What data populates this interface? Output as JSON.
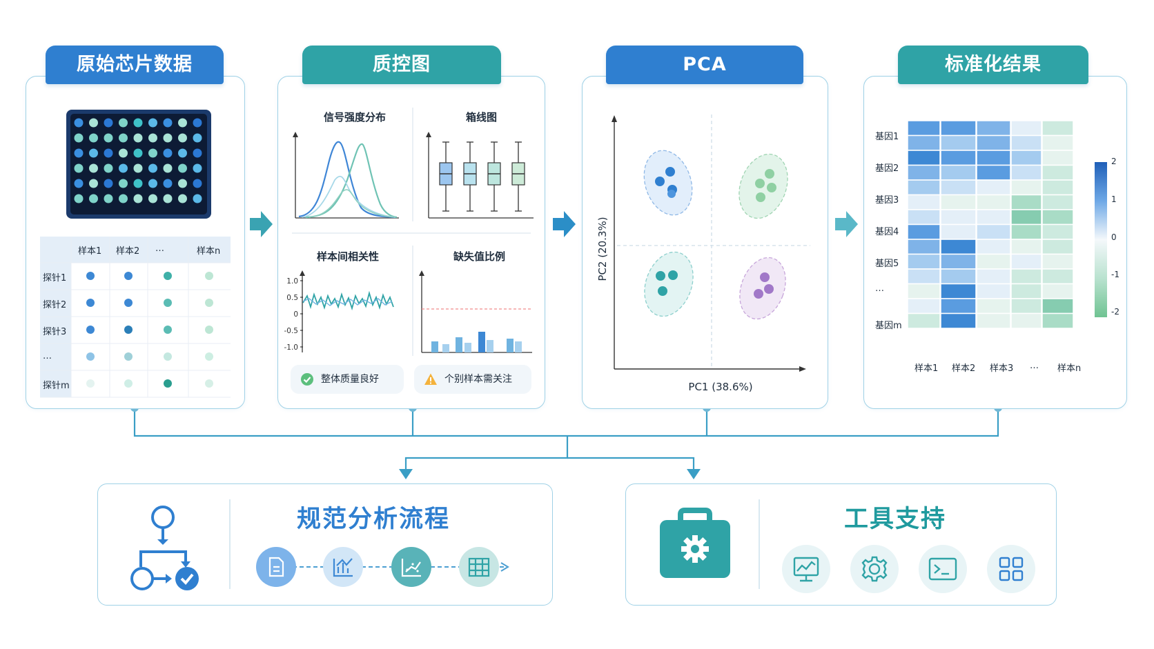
{
  "colors": {
    "blue": "#2f7fd0",
    "teal": "#2fa3a6",
    "border": "#9fd1e6",
    "line": "#3a9ec5"
  },
  "panels": [
    {
      "title": "原始芯片数据"
    },
    {
      "title": "质控图"
    },
    {
      "title": "PCA"
    },
    {
      "title": "标准化结果"
    }
  ],
  "raw": {
    "columns": [
      "样本1",
      "样本2",
      "…",
      "样本n"
    ],
    "rows": [
      "探针1",
      "探针2",
      "探针3",
      "…",
      "探针m"
    ],
    "microarray_icon": "microarray-chip-icon"
  },
  "qc": {
    "density_title": "信号强度分布",
    "box_title": "箱线图",
    "corr_title": "样本间相关性",
    "missing_title": "缺失值比例",
    "corr_ticks": [
      "1.0",
      "0.5",
      "0",
      "-0.5",
      "-1.0"
    ],
    "ok_label": "整体质量良好",
    "warn_label": "个别样本需关注"
  },
  "pca": {
    "xlabel": "PC1 (38.6%)",
    "ylabel": "PC2 (20.3%)"
  },
  "norm": {
    "genes": [
      "基因1",
      "基因2",
      "基因3",
      "基因4",
      "基因5",
      "…",
      "基因m"
    ],
    "samples": [
      "样本1",
      "样本2",
      "样本3",
      "…",
      "样本n"
    ],
    "scale_ticks": [
      "2",
      "1",
      "0",
      "-1",
      "-2"
    ]
  },
  "bottom": {
    "workflow_title": "规范分析流程",
    "tools_title": "工具支持",
    "workflow_icon": "flowchart-icon",
    "step_icons": [
      "document-icon",
      "bar-chart-icon",
      "scatter-plot-icon",
      "table-grid-icon"
    ],
    "tool_icon": "toolbox-gear-icon",
    "tool_icons": [
      "monitor-chart-icon",
      "gear-icon",
      "terminal-icon",
      "apps-grid-icon"
    ]
  }
}
